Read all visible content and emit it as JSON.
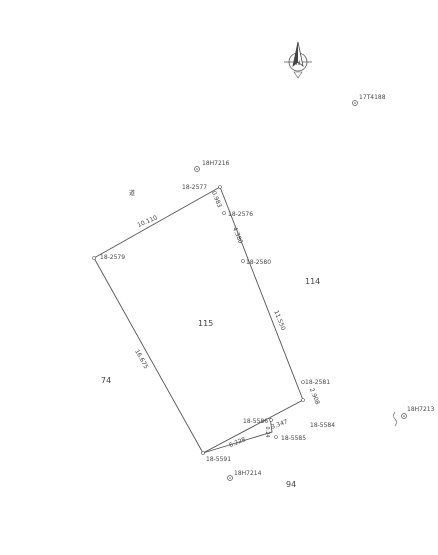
{
  "north_label": "N",
  "benchmarks": [
    {
      "id": "bm-top-right",
      "label": "17T4188"
    },
    {
      "id": "bm-top",
      "label": "18H7216"
    },
    {
      "id": "bm-right",
      "label": "18H7213"
    },
    {
      "id": "bm-bottom",
      "label": "18H7214"
    }
  ],
  "points": {
    "p2577": "18-2577",
    "p2576": "18-2576",
    "p2579": "18-2579",
    "p2580": "18-2580",
    "p2581": "18-2581",
    "p5586": "18-5586",
    "p5584": "18-5584",
    "p5585": "18-5585",
    "p5591": "18-5591"
  },
  "dimensions": {
    "top_edge": "10.110",
    "right_a": "0.983",
    "right_b": "4.380",
    "right_c": "11.550",
    "right_d": "2.908",
    "bottom_a": "3.347",
    "bottom_b": "6.228",
    "left_edge": "16.675",
    "small_v": "0.24"
  },
  "lots": {
    "center": "115",
    "right": "114",
    "left": "74",
    "bottom": "94",
    "top_mark": "道"
  }
}
